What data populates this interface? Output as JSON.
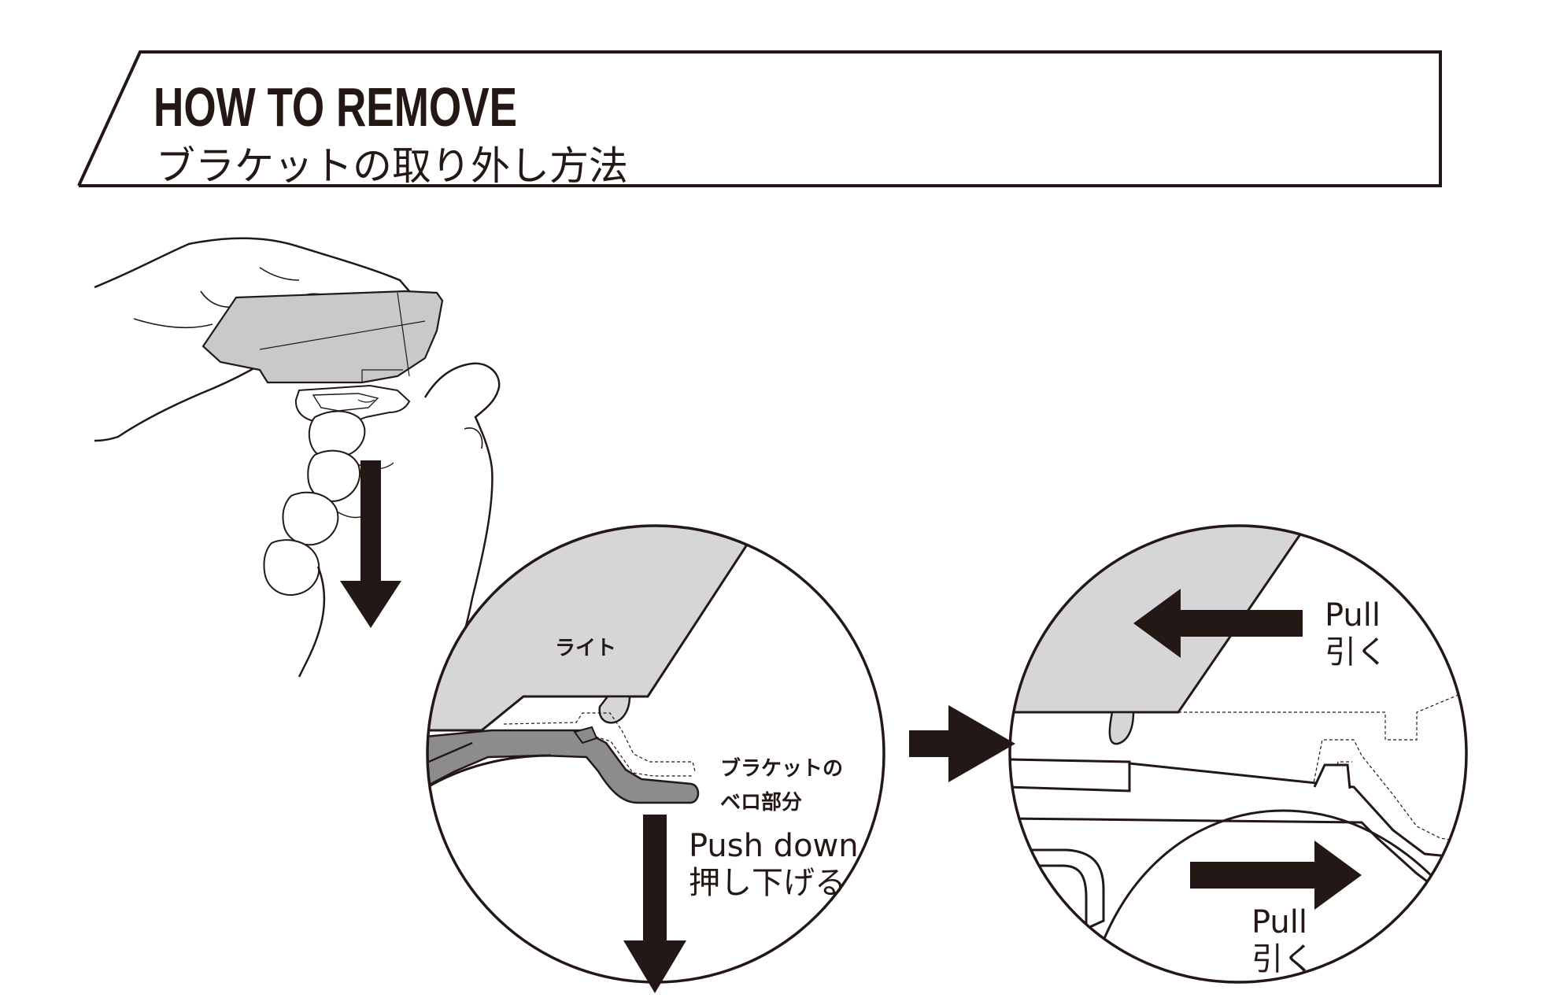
{
  "header": {
    "title_en": "HOW TO REMOVE",
    "title_ja": "ブラケットの取り外し方法"
  },
  "detail_left": {
    "light_label": "ライト",
    "bracket_label_line1": "ブラケットの",
    "bracket_label_line2": "ベロ部分",
    "push_en": "Push down",
    "push_ja": "押し下げる"
  },
  "detail_right": {
    "pull_top_en": "Pull",
    "pull_top_ja": "引く",
    "pull_bottom_en": "Pull",
    "pull_bottom_ja": "引く"
  },
  "colors": {
    "ink": "#231815",
    "light_gray": "#d6d6d8",
    "tab_gray": "#8c8c8c",
    "device_gray": "#c9c9ca"
  }
}
